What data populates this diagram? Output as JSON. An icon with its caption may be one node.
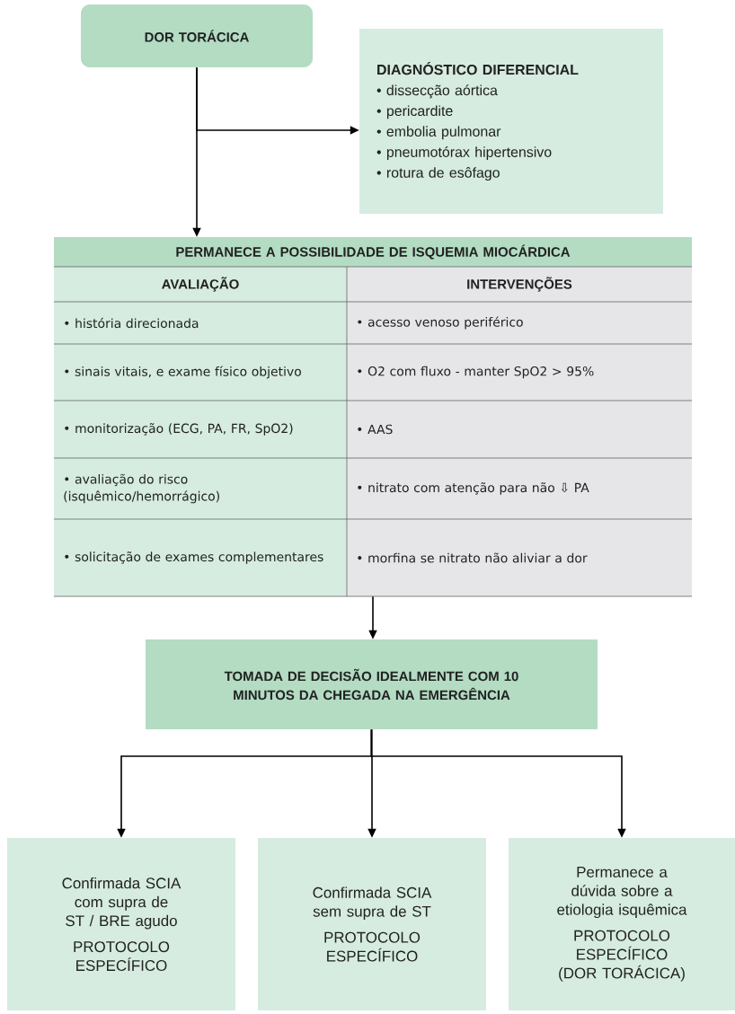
{
  "diagram": {
    "nodes": [
      {
        "text": [
          "DOR TORÁCICA"
        ]
      },
      {
        "text": [
          "DIAGNÓSTICO DIFERENCIAL",
          "• dissecção aórtica",
          "• pericardite",
          "• embolia pulmonar",
          "• pneumotórax hipertensivo",
          "• rotura de esôfago"
        ]
      },
      {
        "text": [
          "PERMANECE A POSSIBILIDADE DE ISQUEMIA MIOCÁRDICA"
        ]
      },
      {
        "text": [
          "TOMADA DE DECISÃO IDEALMENTE COM 10 MINUTOS DA CHEGADA NA EMERGÊNCIA"
        ]
      },
      {
        "text": [
          "Confirmada SCIA com supra de ST / BRE agudo",
          "PROTOCOLO ESPECÍFICO"
        ]
      },
      {
        "text": [
          "Confirmada SCIA sem supra de ST",
          "PROTOCOLO ESPECÍFICO"
        ]
      },
      {
        "text": [
          "Permanece a dúvida sobre a etiologia isquêmica",
          "PROTOCOLO ESPECÍFICO (DOR TORÁCICA)"
        ]
      }
    ],
    "edges": [
      {
        "from": 0,
        "to": 1,
        "arrow": "to"
      },
      {
        "from": 0,
        "to": 2,
        "arrow": "to"
      },
      {
        "from": 2,
        "to": 3,
        "arrow": "to"
      },
      {
        "from": 3,
        "to": 4,
        "arrow": "to"
      },
      {
        "from": 3,
        "to": 5,
        "arrow": "to"
      },
      {
        "from": 3,
        "to": 6,
        "arrow": "to"
      }
    ],
    "labels": [
      "AVALIAÇÃO",
      "INTERVENÇÕES",
      "• história direcionada",
      "• acesso venoso periférico",
      "• sinais vitais, e exame físico objetivo",
      "• O2 com fluxo - manter SpO2 > 95%",
      "• monitorização (ECG, PA, FR, SpO2)",
      "• AAS",
      "• avaliação do risco (isquêmico/hemorrágico)",
      "• nitrato com atenção para não ⇩ PA",
      "• solicitação de exames complementares",
      "• morfina se nitrato não aliviar a dor"
    ]
  }
}
